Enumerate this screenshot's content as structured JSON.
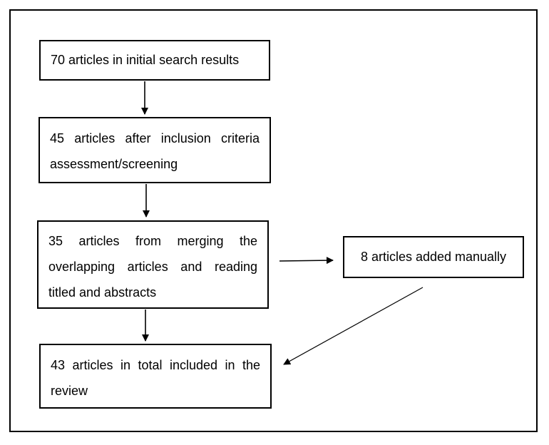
{
  "flowchart": {
    "nodes": [
      {
        "id": "initial",
        "label": "70 articles in initial search results"
      },
      {
        "id": "screened",
        "label": "45 articles after inclusion criteria assessment/screening"
      },
      {
        "id": "merged",
        "label": "35 articles from merging the overlapping articles and reading titled and abstracts"
      },
      {
        "id": "manual",
        "label": "8 articles added manually"
      },
      {
        "id": "total",
        "label": "43 articles in total included in the review"
      }
    ],
    "edges": [
      {
        "from": "initial",
        "to": "screened"
      },
      {
        "from": "screened",
        "to": "merged"
      },
      {
        "from": "merged",
        "to": "manual"
      },
      {
        "from": "merged",
        "to": "total"
      },
      {
        "from": "manual",
        "to": "total"
      }
    ]
  }
}
